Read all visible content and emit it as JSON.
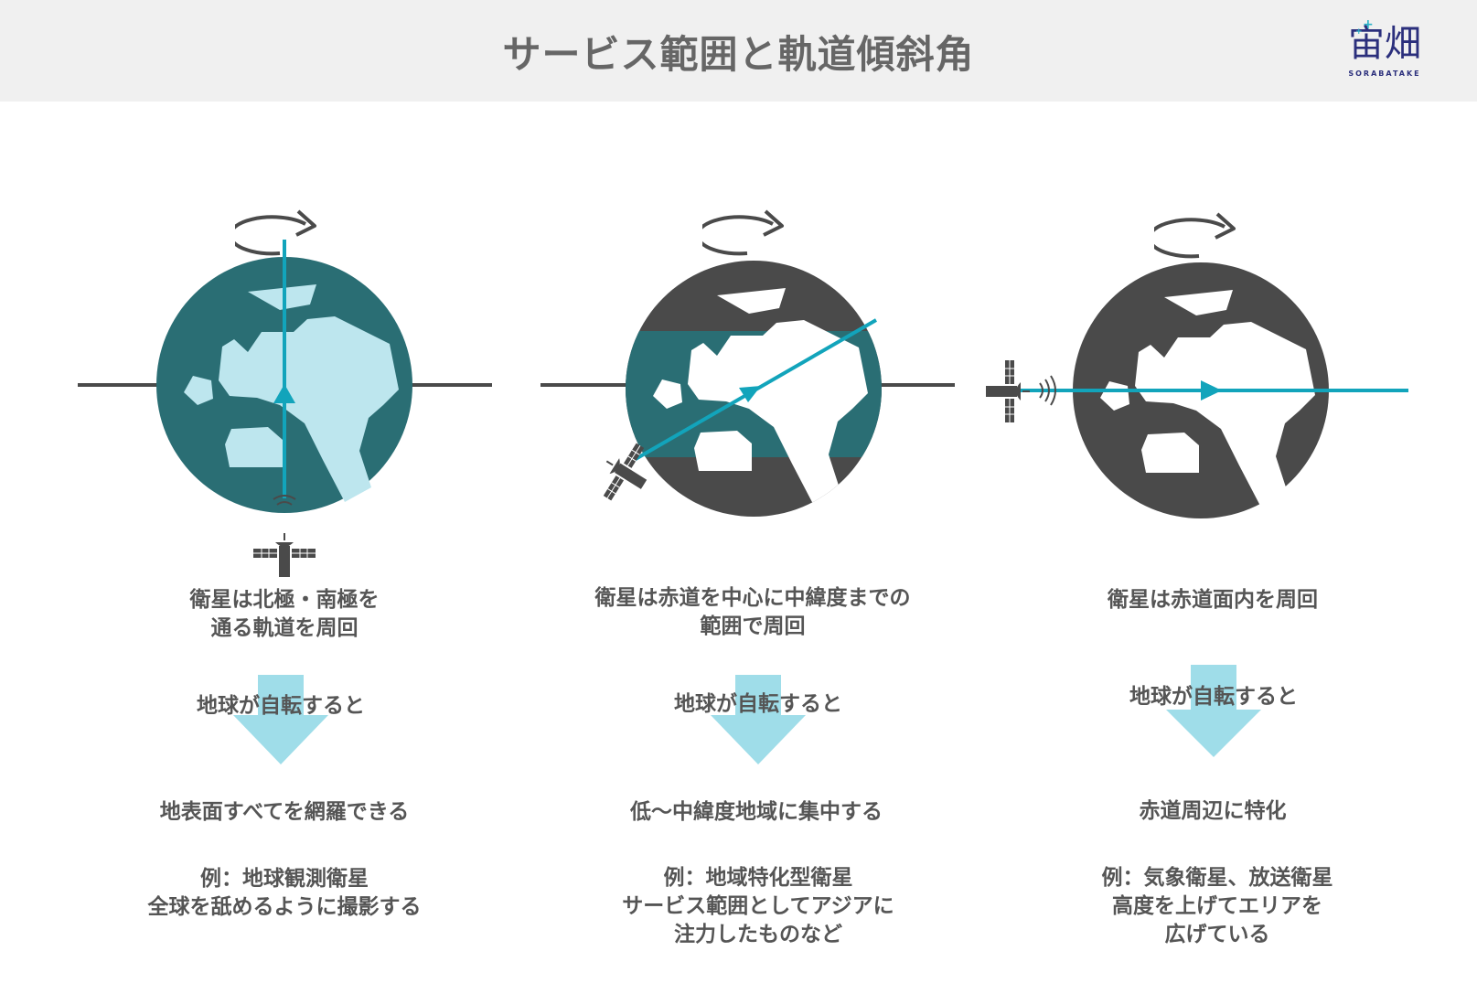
{
  "header": {
    "title": "サービス範囲と軌道傾斜角",
    "logo_main": "宙畑",
    "logo_sub": "SORABATAKE"
  },
  "colors": {
    "earth_dark": "#4a4a4a",
    "earth_teal": "#2a6e74",
    "land_light": "#bde6ee",
    "orbit_line": "#12a4bb",
    "arrow_light": "#9fdde9",
    "header_bg": "#f0f0f0",
    "logo": "#2b2f7c"
  },
  "icons": [
    "rotation-arrow-icon",
    "satellite-icon",
    "signal-wave-icon",
    "down-arrow-icon"
  ],
  "columns": [
    {
      "id": "polar",
      "description": "衛星は北極・南極を\n通る軌道を周回",
      "arrow_caption": "地球が自転すると",
      "result": "地表面すべてを網羅できる",
      "example": "例：地球観測衛星\n全球を舐めるように撮影する"
    },
    {
      "id": "inclined",
      "description": "衛星は赤道を中心に中緯度までの\n範囲で周回",
      "arrow_caption": "地球が自転すると",
      "result": "低〜中緯度地域に集中する",
      "example": "例：地域特化型衛星\nサービス範囲としてアジアに\n注力したものなど"
    },
    {
      "id": "equatorial",
      "description": "衛星は赤道面内を周回",
      "arrow_caption": "地球が自転すると",
      "result": "赤道周辺に特化",
      "example": "例：気象衛星、放送衛星\n高度を上げてエリアを\n広げている"
    }
  ]
}
